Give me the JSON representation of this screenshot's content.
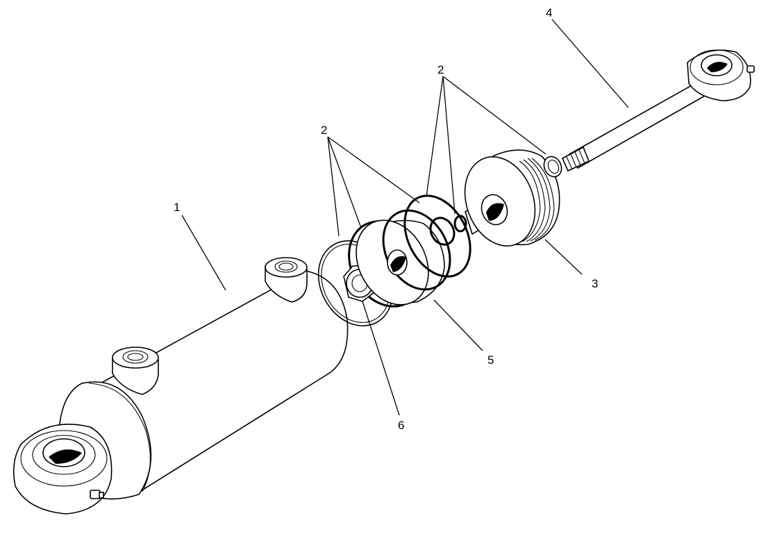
{
  "callouts": {
    "barrel": "1",
    "seals_rod": "2",
    "seals_piston": "2",
    "gland": "3",
    "rod": "4",
    "piston": "5",
    "nut": "6"
  },
  "colors": {
    "line": "#000000",
    "background": "#ffffff"
  }
}
